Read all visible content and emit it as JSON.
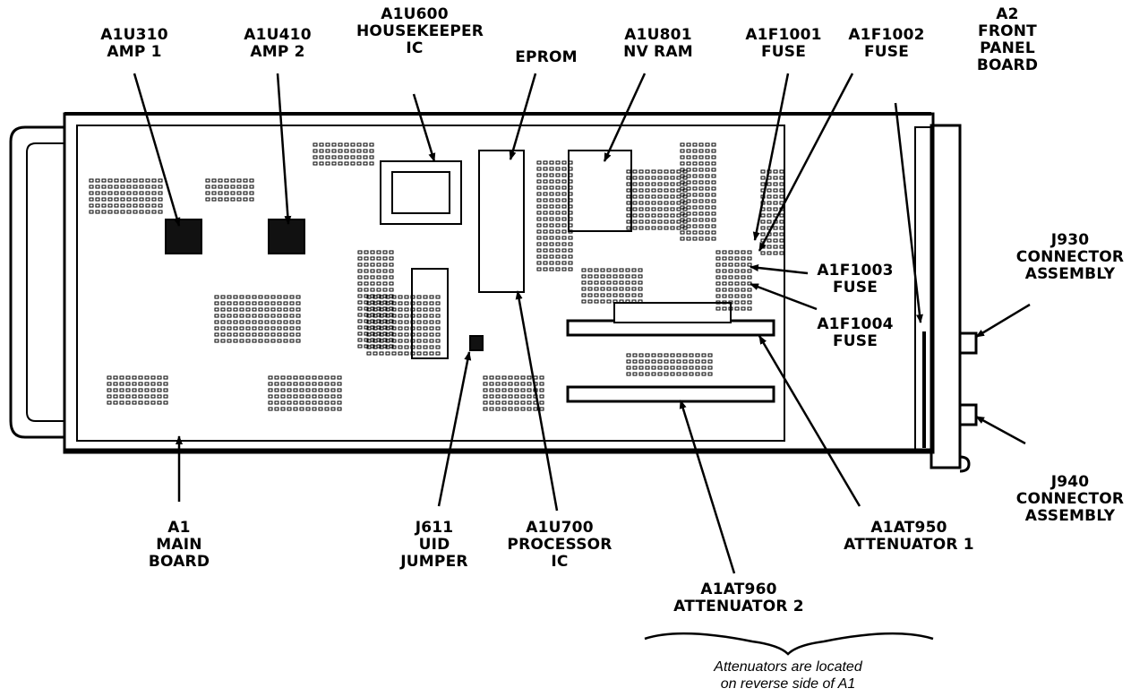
{
  "labels": {
    "a1u310": "A1U310\nAMP 1",
    "a1u410": "A1U410\nAMP 2",
    "a1u600": "A1U600\nHOUSEKEEPER\nIC",
    "eprom": "EPROM",
    "a1u801": "A1U801\nNV RAM",
    "a1f1001": "A1F1001\nFUSE",
    "a1f1002": "A1F1002\nFUSE",
    "a2": "A2\nFRONT\nPANEL\nBOARD",
    "j930": "J930\nCONNECTOR\nASSEMBLY",
    "a1f1003": "A1F1003\nFUSE",
    "a1f1004": "A1F1004\nFUSE",
    "j940": "J940\nCONNECTOR\nASSEMBLY",
    "a1": "A1\nMAIN\nBOARD",
    "j611": "J611\nUID\nJUMPER",
    "a1u700": "A1U700\nPROCESSOR\nIC",
    "a1at950": "A1AT950\nATTENUATOR 1",
    "a1at960": "A1AT960\nATTENUATOR 2"
  },
  "note": "Attenuators are located\non reverse side of A1",
  "colors": {
    "ink": "#000000",
    "paper": "#ffffff"
  }
}
